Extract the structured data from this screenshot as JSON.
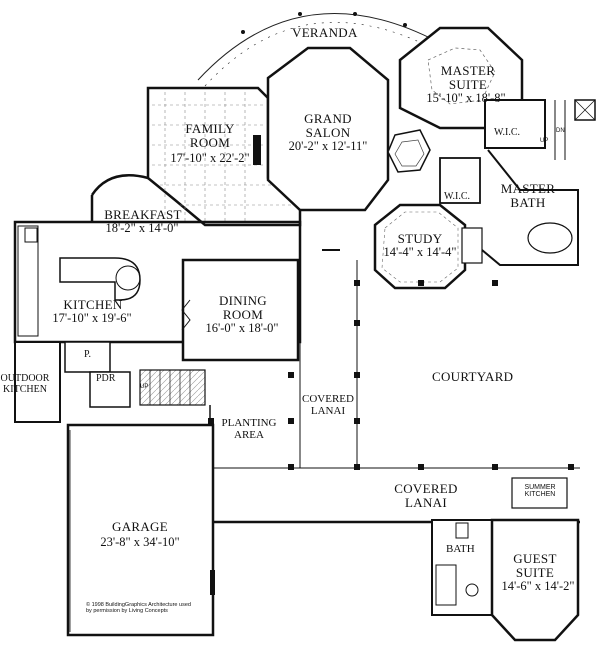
{
  "rooms": {
    "veranda": {
      "name": "VERANDA"
    },
    "master_suite": {
      "name": "MASTER\nSUITE",
      "dims": "15'-10\" x 18'-8\""
    },
    "family_room": {
      "name": "FAMILY\nROOM",
      "dims": "17'-10\" x 22'-2\""
    },
    "grand_salon": {
      "name": "GRAND\nSALON",
      "dims": "20'-2\" x 12'-11\""
    },
    "wic_1": {
      "name": "W.I.C."
    },
    "wic_2": {
      "name": "W.I.C."
    },
    "master_bath": {
      "name": "MASTER\nBATH"
    },
    "breakfast": {
      "name": "BREAKFAST",
      "dims": "18'-2\" x 14'-0\""
    },
    "study": {
      "name": "STUDY",
      "dims": "14'-4\" x 14'-4\""
    },
    "kitchen": {
      "name": "KITCHEN",
      "dims": "17'-10\" x 19'-6\""
    },
    "dining_room": {
      "name": "DINING\nROOM",
      "dims": "16'-0\" x 18'-0\""
    },
    "outdoor_kitchen": {
      "name": "OUTDOOR\nKITCHEN"
    },
    "pantry": {
      "name": "P."
    },
    "powder": {
      "name": "PDR"
    },
    "courtyard": {
      "name": "COURTYARD"
    },
    "covered_lanai_1": {
      "name": "COVERED\nLANAI"
    },
    "planting_area": {
      "name": "PLANTING\nAREA"
    },
    "covered_lanai_2": {
      "name": "COVERED\nLANAI"
    },
    "summer_kitchen": {
      "name": "SUMMER\nKITCHEN"
    },
    "garage": {
      "name": "GARAGE",
      "dims": "23'-8\" x 34'-10\""
    },
    "bath": {
      "name": "BATH"
    },
    "guest_suite": {
      "name": "GUEST\nSUITE",
      "dims": "14'-6\" x 14'-2\""
    }
  },
  "marks": {
    "up1": "UP",
    "up2": "UP",
    "dn": "DN"
  },
  "copyright": "© 1998 BuildingGraphics Architecture used\nby permission by Living Concepts",
  "colors": {
    "wall": "#111111",
    "line": "#222222",
    "paper": "#ffffff"
  }
}
